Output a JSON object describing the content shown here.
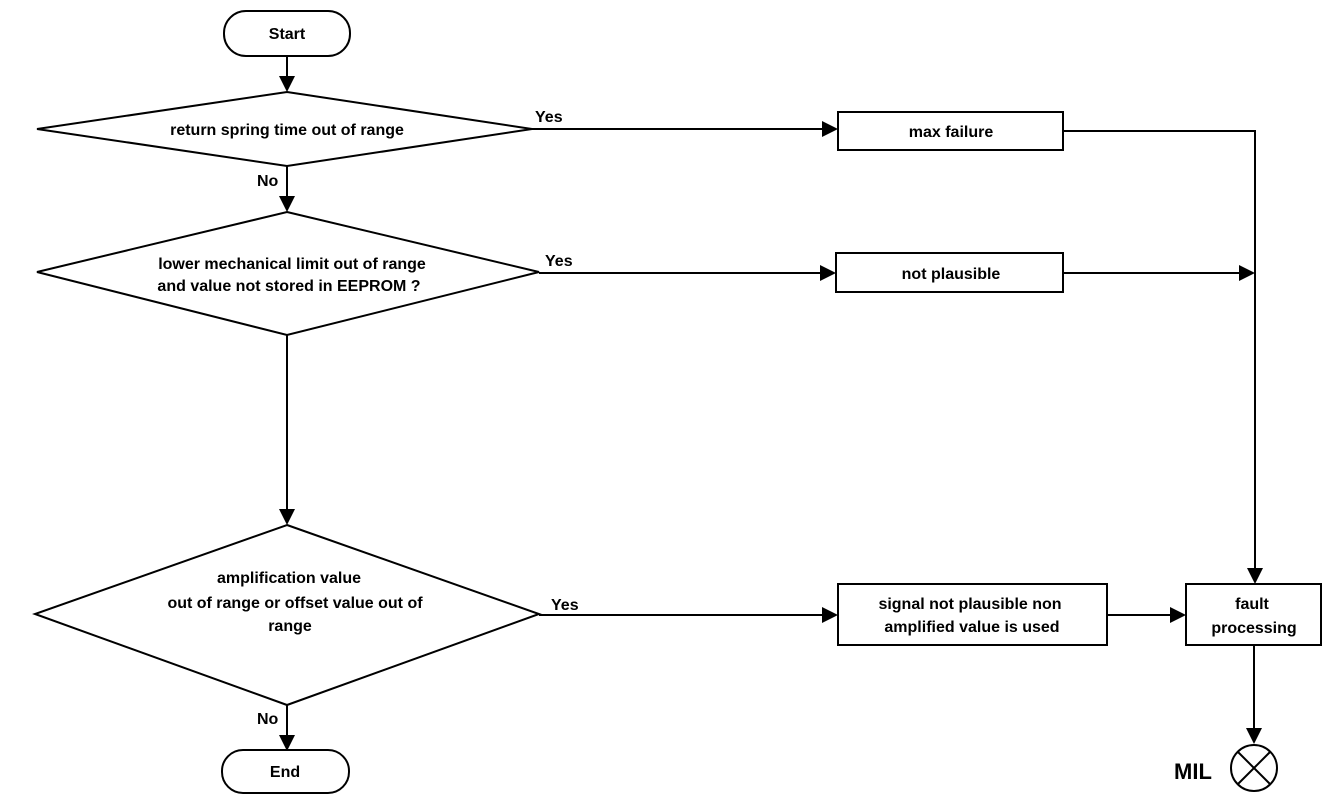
{
  "flowchart": {
    "start": "Start",
    "end": "End",
    "decisions": {
      "d1": [
        "return spring time out of range"
      ],
      "d2": [
        "lower mechanical limit out of range",
        "and value not stored in EEPROM ?"
      ],
      "d3": [
        "amplification value",
        "out of range or offset value out of",
        "range"
      ]
    },
    "processes": {
      "max_failure": [
        "max failure"
      ],
      "not_plausible": [
        "not plausible"
      ],
      "signal_not_plausible": [
        "signal not plausible non",
        "amplified value is used"
      ],
      "fault_processing": [
        "fault",
        "processing"
      ]
    },
    "edge_labels": {
      "d1_yes": "Yes",
      "d1_no": "No",
      "d2_yes": "Yes",
      "d3_yes": "Yes",
      "d3_no": "No"
    },
    "indicator": {
      "label": "MIL",
      "icon": "lamp-cross-icon"
    }
  }
}
